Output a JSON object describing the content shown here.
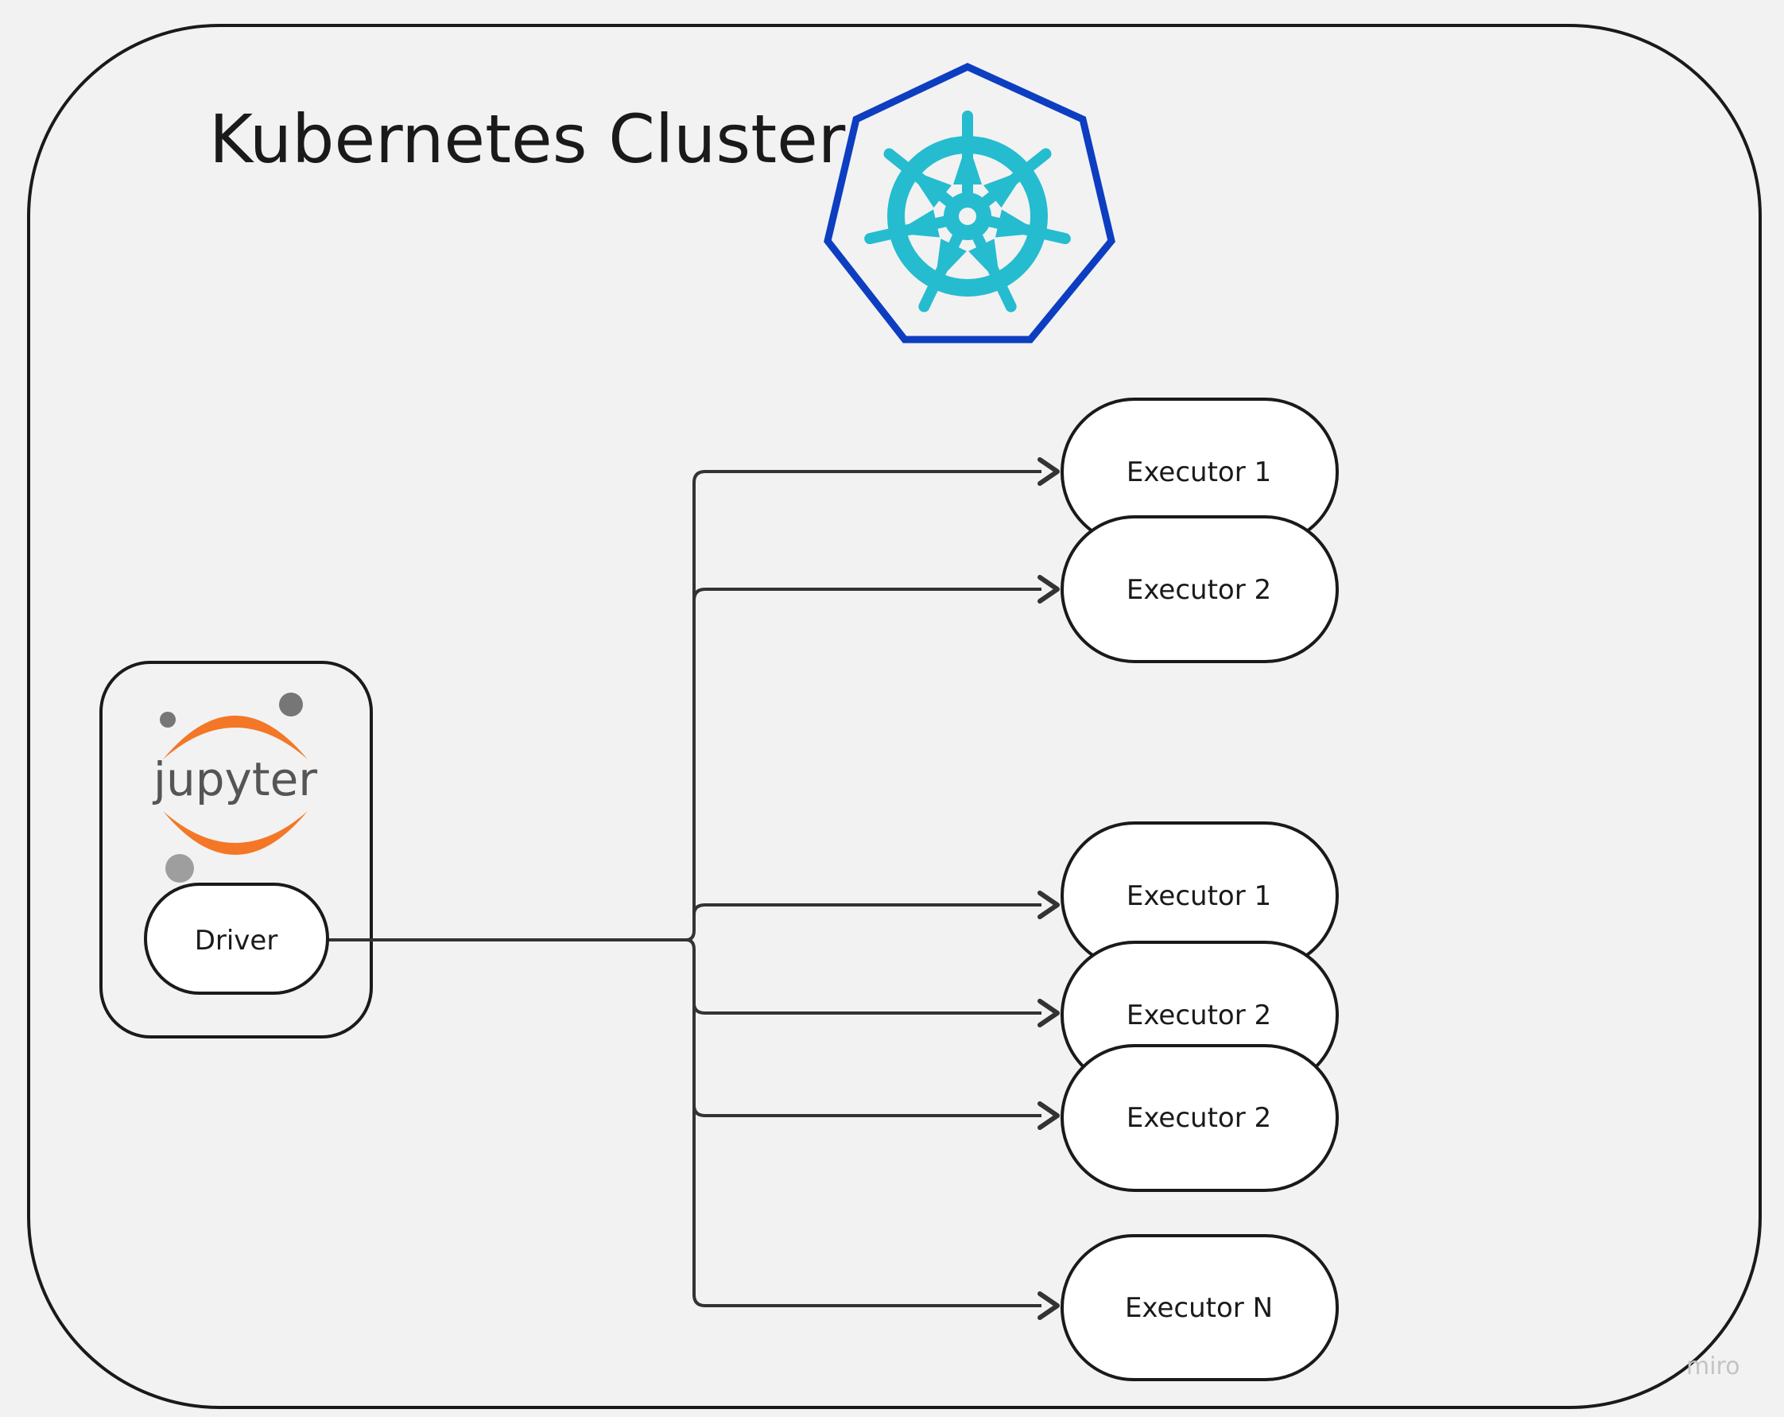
{
  "cluster": {
    "title": "Kubernetes Cluster"
  },
  "logos": {
    "kubernetes": {
      "icon": "kubernetes-helm-icon",
      "colors": {
        "outline": "#0d3ec1",
        "wheel": "#25bccf"
      }
    },
    "jupyter": {
      "icon": "jupyter-logo-icon",
      "wordmark": "jupyter",
      "colors": {
        "arc": "#f37726",
        "dots": "#767677"
      }
    }
  },
  "driver": {
    "label": "Driver"
  },
  "executors": [
    {
      "id": "exec-1a",
      "label": "Executor 1"
    },
    {
      "id": "exec-2a",
      "label": "Executor 2"
    },
    {
      "id": "exec-1b",
      "label": "Executor 1"
    },
    {
      "id": "exec-2b",
      "label": "Executor 2"
    },
    {
      "id": "exec-2c",
      "label": "Executor 2"
    },
    {
      "id": "exec-n",
      "label": "Executor N"
    }
  ],
  "watermark": {
    "text": "miro"
  }
}
